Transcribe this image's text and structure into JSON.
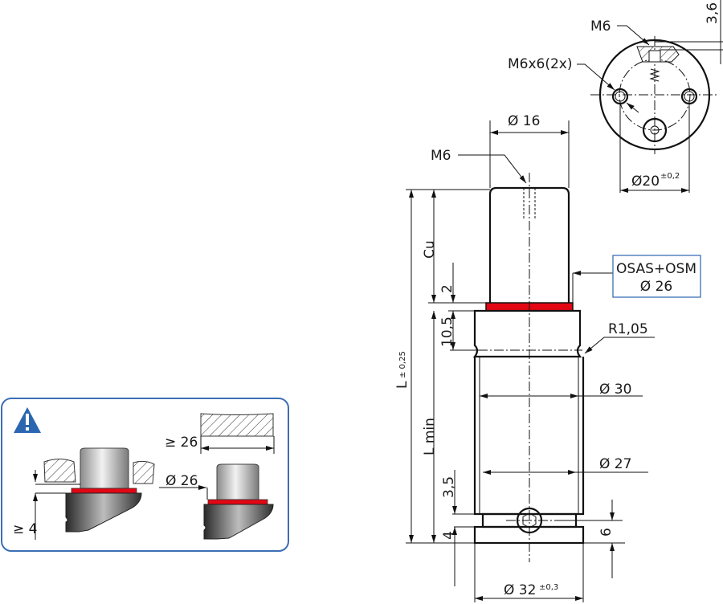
{
  "drawing": {
    "dimensions": {
      "d16": "Ø 16",
      "m6_top": "M6",
      "m6_view": "M6",
      "m6x6": "M6x6(2x)",
      "d20": "Ø20",
      "d20_tol": "±0,2",
      "h36": "3,6",
      "cu": "Cu",
      "h2": "2",
      "h105": "10,5",
      "L": "L",
      "L_tol": "± 0,25",
      "Lmin": "L min",
      "h35": "3,5",
      "h4": "4",
      "h6": "6",
      "r105": "R1,05",
      "d30": "Ø 30",
      "d27": "Ø 27",
      "d32": "Ø 32",
      "d32_tol": "±0,3"
    },
    "callout": {
      "line1": "OSAS+OSM",
      "line2": "Ø 26"
    },
    "colors": {
      "seal": "#e30613",
      "accent": "#3c6fb5"
    }
  },
  "notice": {
    "icon": "warning-icon",
    "min4": "≥ 4",
    "min26": "≥ 26",
    "d26": "Ø 26"
  }
}
